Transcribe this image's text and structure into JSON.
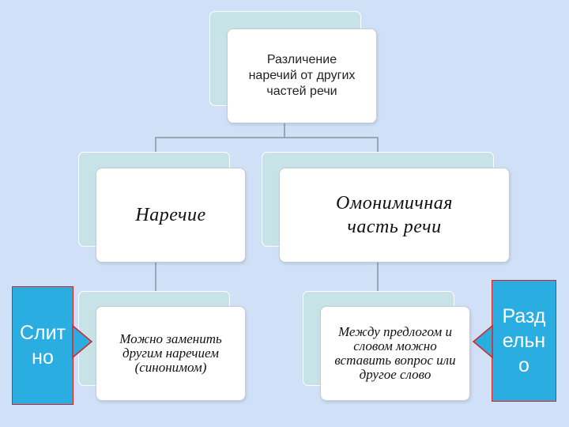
{
  "diagram": {
    "root": "Различение наречий от других частей речи",
    "left_branch": {
      "title": "Наречие",
      "detail": "Можно заменить другим наречием (синонимом)"
    },
    "right_branch": {
      "title": "Омонимичная часть речи",
      "detail": "Между предлогом и словом можно вставить вопрос или другое слово"
    },
    "left_label": "Слит но",
    "right_label": "Разд ельн о"
  },
  "colors": {
    "background": "#cfe0f7",
    "card_back": "#c7e3e8",
    "label_fill": "#2aaee2",
    "label_border": "#e02020"
  }
}
